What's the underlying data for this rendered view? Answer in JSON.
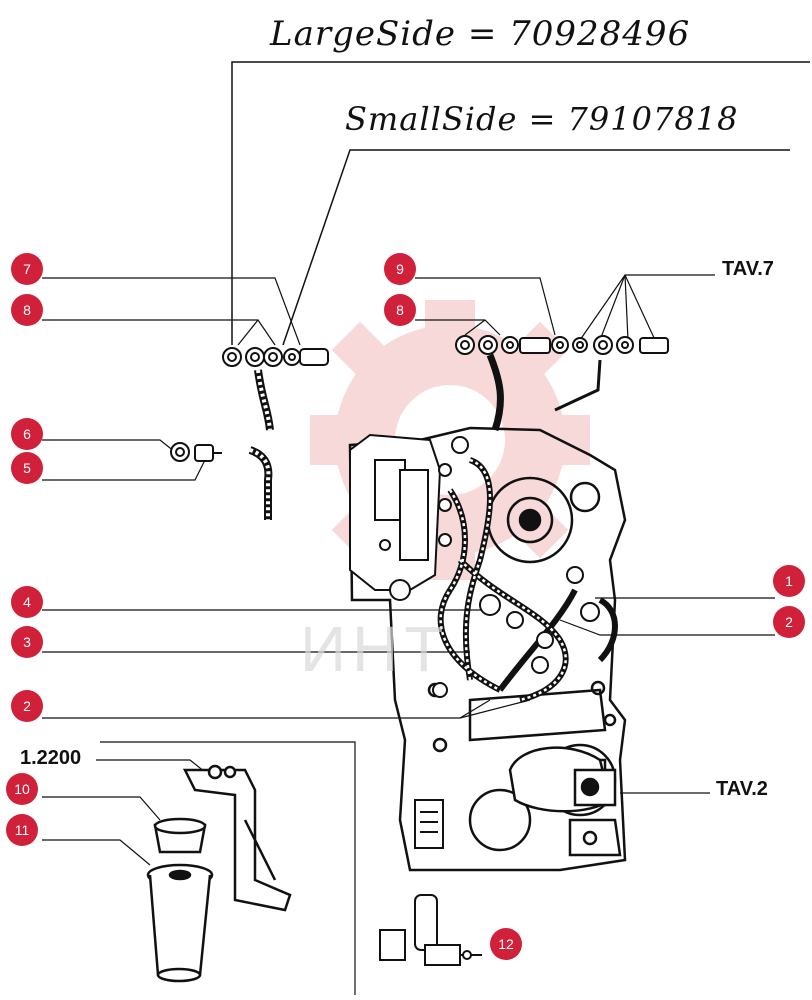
{
  "handwritten": {
    "large_side": "LargeSide = 70928496",
    "small_side": "SmallSide = 79107818"
  },
  "references": {
    "tav7": "TAV.7",
    "tav2": "TAV.2",
    "part_1_2200": "1.2200"
  },
  "callouts": {
    "c1": "1",
    "c2a": "2",
    "c2b": "2",
    "c3": "3",
    "c4": "4",
    "c5": "5",
    "c6": "6",
    "c7": "7",
    "c8a": "8",
    "c8b": "8",
    "c9": "9",
    "c10": "10",
    "c11": "11",
    "c12": "12"
  },
  "watermark": {
    "text": "ИНТ"
  },
  "colors": {
    "badge": "#d0203a",
    "line": "#111111",
    "watermark": "#f6c9c9"
  }
}
